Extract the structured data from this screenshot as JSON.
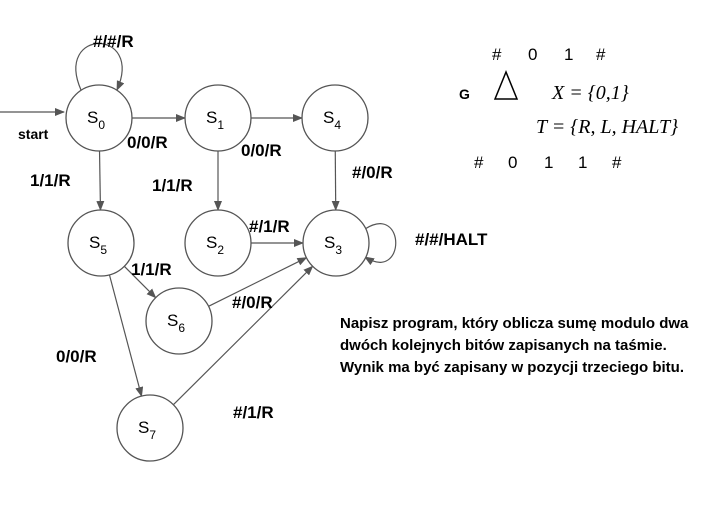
{
  "start_label": "start",
  "states": [
    {
      "id": "S0",
      "name": "S",
      "sub": "0"
    },
    {
      "id": "S1",
      "name": "S",
      "sub": "1"
    },
    {
      "id": "S4",
      "name": "S",
      "sub": "4"
    },
    {
      "id": "S5",
      "name": "S",
      "sub": "5"
    },
    {
      "id": "S2",
      "name": "S",
      "sub": "2"
    },
    {
      "id": "S3",
      "name": "S",
      "sub": "3"
    },
    {
      "id": "S6",
      "name": "S",
      "sub": "6"
    },
    {
      "id": "S7",
      "name": "S",
      "sub": "7"
    }
  ],
  "transitions": [
    {
      "from": "S0",
      "to": "S0",
      "label": "#/#/R"
    },
    {
      "from": "S0",
      "to": "S1",
      "label": "0/0/R"
    },
    {
      "from": "S1",
      "to": "S4",
      "label": "0/0/R"
    },
    {
      "from": "S0",
      "to": "S5",
      "label": "1/1/R"
    },
    {
      "from": "S1",
      "to": "S2",
      "label": "1/1/R"
    },
    {
      "from": "S4",
      "to": "S3",
      "label": "#/0/R"
    },
    {
      "from": "S2",
      "to": "S3",
      "label": "#/1/R"
    },
    {
      "from": "S3",
      "to": "S3",
      "label": "#/#/HALT"
    },
    {
      "from": "S5",
      "to": "S6",
      "label": "1/1/R"
    },
    {
      "from": "S6",
      "to": "S3",
      "label": "#/0/R"
    },
    {
      "from": "S5",
      "to": "S7",
      "label": "0/0/R"
    },
    {
      "from": "S7",
      "to": "S3",
      "label": "#/1/R"
    }
  ],
  "tape_top": [
    "#",
    "0",
    "1",
    "#"
  ],
  "tape_bottom": [
    "#",
    "0",
    "1",
    "1",
    "#"
  ],
  "head_label": "G",
  "alphabet_formula": "X = {0,1}",
  "actions_formula": "T = {R, L, HALT}",
  "task_text": "Napisz program, który oblicza  sumę modulo dwa dwóch kolejnych bitów zapisanych na taśmie. Wynik ma być zapisany w pozycji trzeciego bitu."
}
